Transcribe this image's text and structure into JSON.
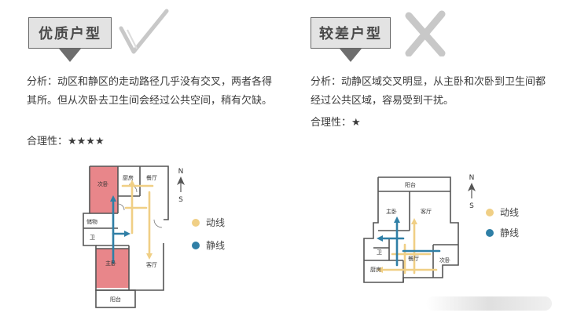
{
  "good": {
    "tag": "优质户型",
    "analysis": "分析：动区和静区的走动路径几乎没有交叉，两者各得其所。但从次卧去卫生间会经过公共空间，稍有欠缺。",
    "rating": "合理性：★★★★",
    "rooms": {
      "second_bedroom": "次卧",
      "kitchen": "厨房",
      "living": "餐厅",
      "storage": "储物",
      "bath": "卫",
      "master": "主卧",
      "hall": "客厅",
      "balcony": "阳台"
    },
    "compass_n": "N",
    "compass_s": "S",
    "legend_active": "动线",
    "legend_quiet": "静线"
  },
  "poor": {
    "tag": "较差户型",
    "analysis": "分析：动静区域交叉明显，从主卧和次卧到卫生间都经过公共区域，容易受到干扰。",
    "rating": "合理性：★",
    "rooms": {
      "balcony": "阳台",
      "master": "主卧",
      "hall": "客厅",
      "bath": "卫",
      "dining": "餐厅",
      "second_bedroom": "次卧",
      "kitchen": "厨房"
    },
    "compass_n": "N",
    "compass_s": "S",
    "legend_active": "动线",
    "legend_quiet": "静线"
  },
  "colors": {
    "active_line": "#f0cf85",
    "quiet_line": "#2f7fa6",
    "bedroom_fill": "#e8868a",
    "wall": "#555555",
    "check": "#c8c8c8"
  }
}
